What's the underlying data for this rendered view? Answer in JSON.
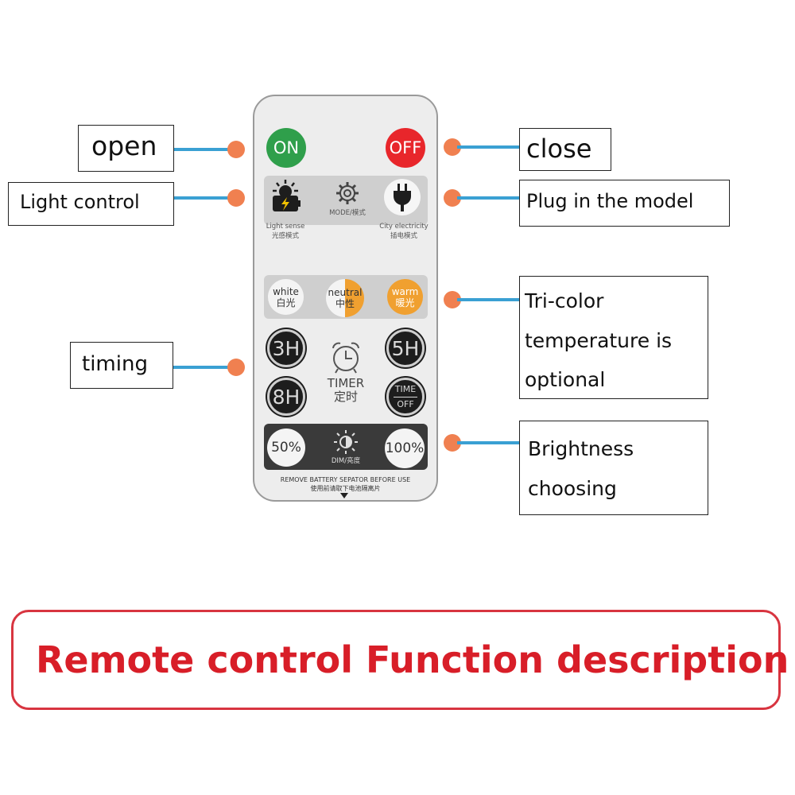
{
  "remote": {
    "on_label": "ON",
    "off_label": "OFF",
    "mode": {
      "light_sense_en": "Light sense",
      "light_sense_cn": "光感模式",
      "mode_label": "MODE/模式",
      "city_electricity_en": "City electricity",
      "city_electricity_cn": "插电模式"
    },
    "temperature": [
      {
        "en": "white",
        "cn": "白光"
      },
      {
        "en": "neutral",
        "cn": "中性"
      },
      {
        "en": "warm",
        "cn": "暖光"
      }
    ],
    "timer": {
      "btn_3h": "3H",
      "btn_5h": "5H",
      "btn_8h": "8H",
      "time_off_line1": "TIME",
      "time_off_line2": "OFF",
      "timer_en": "TIMER",
      "timer_cn": "定时"
    },
    "dim": {
      "btn_50": "50%",
      "btn_100": "100%",
      "dim_label": "DIM/亮度"
    },
    "footer_en": "REMOVE BATTERY SEPATOR BEFORE USE",
    "footer_cn": "使用前请取下电池隔离片"
  },
  "callouts": {
    "open": "open",
    "close": "close",
    "light_control": "Light control",
    "plug_in": "Plug in the model",
    "tri_color_1": "Tri-color",
    "tri_color_2": "temperature is",
    "tri_color_3": "optional",
    "timing": "timing",
    "brightness_1": "Brightness",
    "brightness_2": "choosing"
  },
  "banner": "Remote control Function description",
  "colors": {
    "on_green": "#2f9f4b",
    "off_red": "#e8262b",
    "line_blue": "#3aa0d3",
    "dot_orange": "#f08050",
    "banner_red": "#d81e28",
    "warm_orange": "#f0a030"
  }
}
